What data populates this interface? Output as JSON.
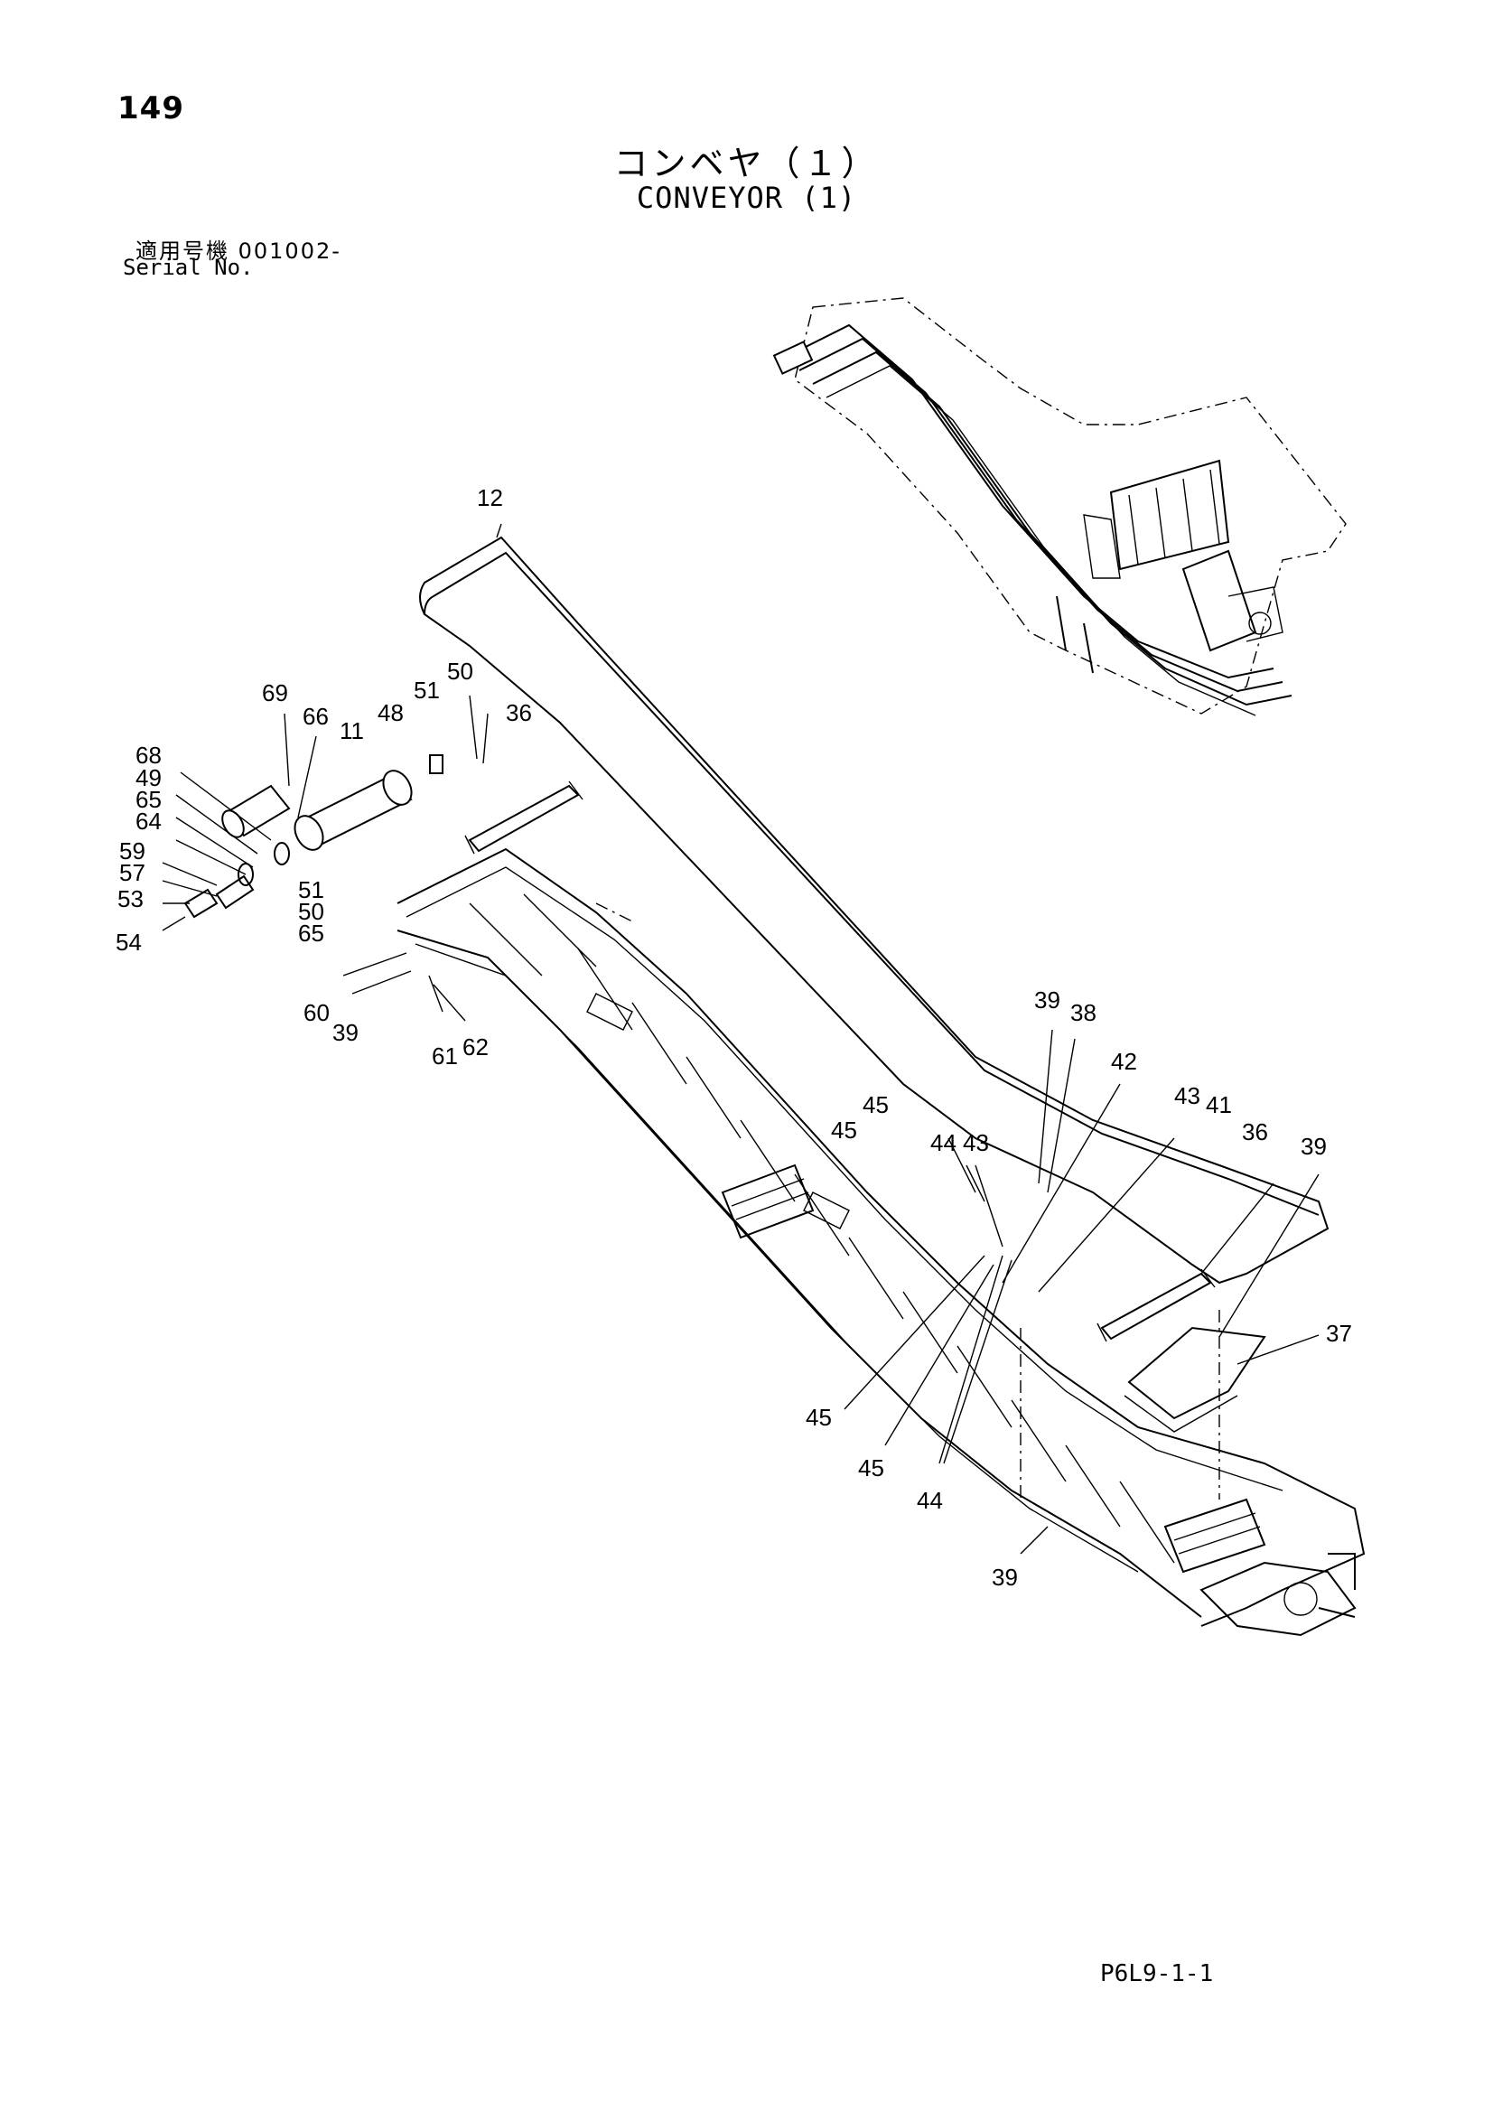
{
  "page": {
    "number": "149",
    "title_jp": "コンベヤ（１）",
    "title_en": "CONVEYOR (1)",
    "serial_jp": "適用号機  001002-",
    "serial_en": "Serial No.",
    "code": "P6L9-1-1"
  },
  "callouts": [
    {
      "id": "c-12",
      "text": "12"
    },
    {
      "id": "c-50a",
      "text": "50"
    },
    {
      "id": "c-51a",
      "text": "51"
    },
    {
      "id": "c-69",
      "text": "69"
    },
    {
      "id": "c-66",
      "text": "66"
    },
    {
      "id": "c-11",
      "text": "11"
    },
    {
      "id": "c-48",
      "text": "48"
    },
    {
      "id": "c-36a",
      "text": "36"
    },
    {
      "id": "c-68",
      "text": "68"
    },
    {
      "id": "c-49",
      "text": "49"
    },
    {
      "id": "c-65a",
      "text": "65"
    },
    {
      "id": "c-64",
      "text": "64"
    },
    {
      "id": "c-59",
      "text": "59"
    },
    {
      "id": "c-57",
      "text": "57"
    },
    {
      "id": "c-53",
      "text": "53"
    },
    {
      "id": "c-54",
      "text": "54"
    },
    {
      "id": "c-51b",
      "text": "51"
    },
    {
      "id": "c-50b",
      "text": "50"
    },
    {
      "id": "c-65b",
      "text": "65"
    },
    {
      "id": "c-60",
      "text": "60"
    },
    {
      "id": "c-39a",
      "text": "39"
    },
    {
      "id": "c-61",
      "text": "61"
    },
    {
      "id": "c-62",
      "text": "62"
    },
    {
      "id": "c-39b",
      "text": "39"
    },
    {
      "id": "c-38",
      "text": "38"
    },
    {
      "id": "c-42",
      "text": "42"
    },
    {
      "id": "c-45a",
      "text": "45"
    },
    {
      "id": "c-45b",
      "text": "45"
    },
    {
      "id": "c-44a",
      "text": "44"
    },
    {
      "id": "c-43a",
      "text": "43"
    },
    {
      "id": "c-43b",
      "text": "43"
    },
    {
      "id": "c-41",
      "text": "41"
    },
    {
      "id": "c-36b",
      "text": "36"
    },
    {
      "id": "c-39c",
      "text": "39"
    },
    {
      "id": "c-37",
      "text": "37"
    },
    {
      "id": "c-45c",
      "text": "45"
    },
    {
      "id": "c-45d",
      "text": "45"
    },
    {
      "id": "c-44b",
      "text": "44"
    },
    {
      "id": "c-39d",
      "text": "39"
    }
  ]
}
